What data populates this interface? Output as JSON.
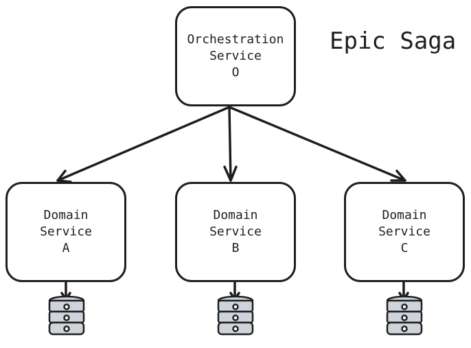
{
  "title": "Epic Saga",
  "orchestrator": {
    "line1": "Orchestration",
    "line2": "Service",
    "line3": "O"
  },
  "services": [
    {
      "line1": "Domain",
      "line2": "Service",
      "line3": "A"
    },
    {
      "line1": "Domain",
      "line2": "Service",
      "line3": "B"
    },
    {
      "line1": "Domain",
      "line2": "Service",
      "line3": "C"
    }
  ],
  "colors": {
    "stroke": "#1e1e1e",
    "db_fill": "#ced4da",
    "background": "#ffffff"
  },
  "icons": [
    "arrow-icon",
    "database-icon"
  ]
}
